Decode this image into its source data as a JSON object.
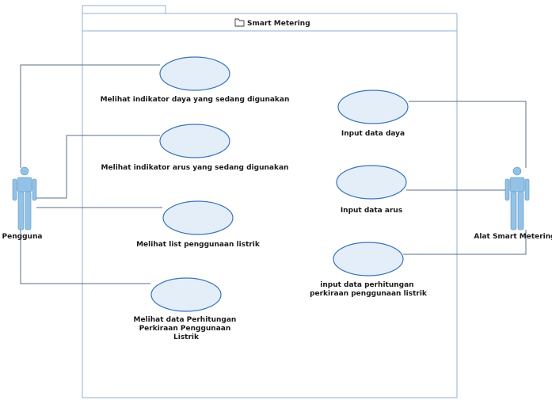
{
  "colors": {
    "usecase_fill": "#e3eef9",
    "usecase_stroke": "#3a73b8",
    "boundary_stroke": "#8fb2d6",
    "line": "#5a6f85",
    "actor_fill": "#92c2e6",
    "actor_stroke": "#5c94c2"
  },
  "system": {
    "title": "Smart Metering",
    "icon": "folder-icon"
  },
  "actors": {
    "pengguna": "Pengguna",
    "alat": "Alat Smart Metering"
  },
  "usecases": {
    "uc1": [
      "Melihat indikator daya yang sedang digunakan"
    ],
    "uc2": [
      "Melihat indikator arus yang sedang digunakan"
    ],
    "uc3": [
      "Melihat list penggunaan listrik"
    ],
    "uc4": [
      "Melihat data Perhitungan",
      "Perkiraan Penggunaan",
      "Listrik"
    ],
    "uc5": [
      "Input data daya"
    ],
    "uc6": [
      "Input data arus"
    ],
    "uc7": [
      "input data perhitungan",
      "perkiraan penggunaan listrik"
    ]
  }
}
